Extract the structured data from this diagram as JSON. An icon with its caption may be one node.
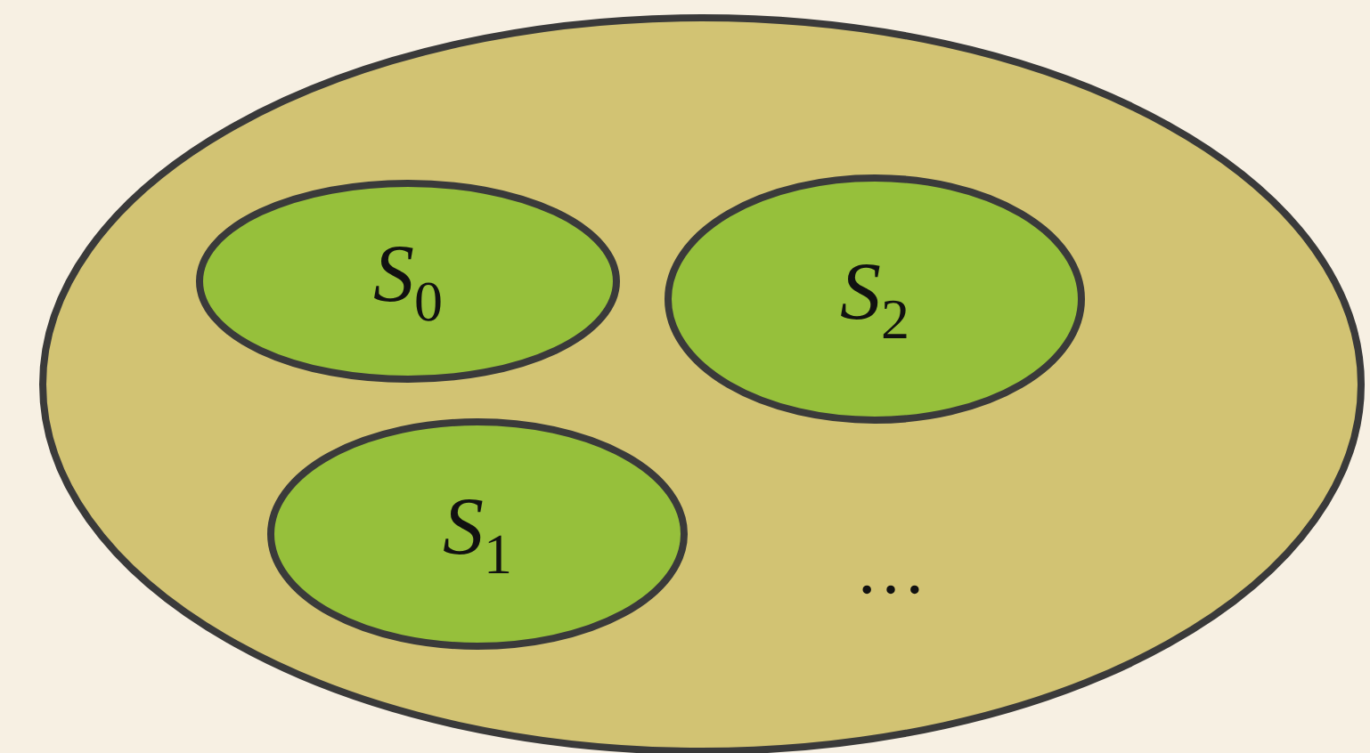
{
  "diagram": {
    "nodes": [
      {
        "text": [],
        "shape": "ellipse"
      },
      {
        "text": [
          "*S*$_{0}$"
        ],
        "in": 0
      },
      {
        "text": [
          "*S*$_{2}$"
        ],
        "in": 0
      },
      {
        "text": [
          "*S*$_{1}$"
        ],
        "in": 0
      }
    ],
    "labels": [
      "…"
    ]
  }
}
